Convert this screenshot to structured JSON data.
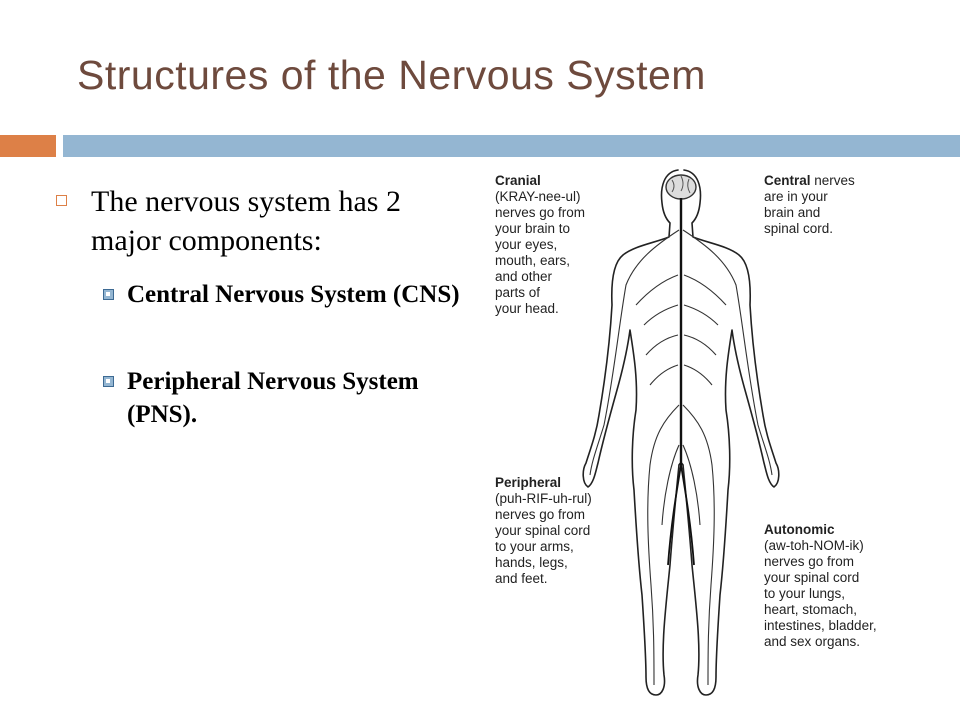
{
  "slide": {
    "title": "Structures of the Nervous System",
    "bullets": {
      "main": "The nervous system has 2 major components:",
      "sub": [
        "Central Nervous System (CNS)",
        "Peripheral Nervous System (PNS)."
      ]
    }
  },
  "figure": {
    "cranial": {
      "head": "Cranial",
      "lines": [
        "(KRAY-nee-ul)",
        "nerves go from",
        "your brain to",
        "your eyes,",
        "mouth, ears,",
        "and other",
        "parts of",
        "your head."
      ]
    },
    "central": {
      "head": "Central",
      "first_rest": " nerves",
      "lines": [
        "are in your",
        "brain and",
        "spinal cord."
      ]
    },
    "peripheral": {
      "head": "Peripheral",
      "lines": [
        "(puh-RIF-uh-rul)",
        "nerves go from",
        "your spinal cord",
        "to your arms,",
        "hands, legs,",
        "and feet."
      ]
    },
    "autonomic": {
      "head": "Autonomic",
      "lines": [
        "(aw-toh-NOM-ik)",
        "nerves go from",
        "your spinal cord",
        "to your lungs,",
        "heart, stomach,",
        "intestines, bladder,",
        "and sex organs."
      ]
    }
  },
  "colors": {
    "accent": "#dd8047",
    "bar": "#94b6d2",
    "title": "#6e4a3d"
  }
}
